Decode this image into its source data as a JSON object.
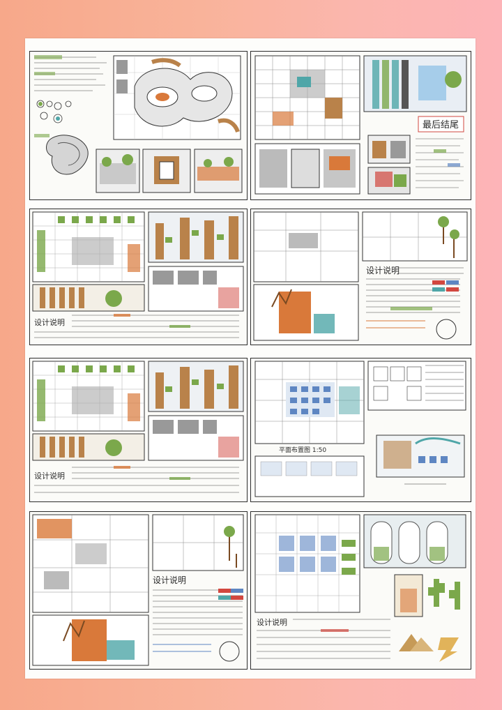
{
  "boards": [
    {
      "id": "row1-left"
    },
    {
      "id": "row1-right",
      "caption": "最后结尾"
    },
    {
      "id": "row2-left",
      "title": "设计说明"
    },
    {
      "id": "row2-right",
      "title": "设计说明"
    },
    {
      "id": "row3-left",
      "title": "设计说明"
    },
    {
      "id": "row3-right",
      "caption": "平面布置图 1:50"
    },
    {
      "id": "row4-left",
      "title": "设计说明"
    },
    {
      "id": "row4-right",
      "title": "设计说明"
    }
  ],
  "palette": {
    "orange": "#d9793a",
    "wood": "#b9824a",
    "green": "#7ba84b",
    "teal": "#4fa6a8",
    "blue": "#5e86c2",
    "red": "#d2473f",
    "grey": "#8c8c8c",
    "ink": "#2b2b2b"
  }
}
